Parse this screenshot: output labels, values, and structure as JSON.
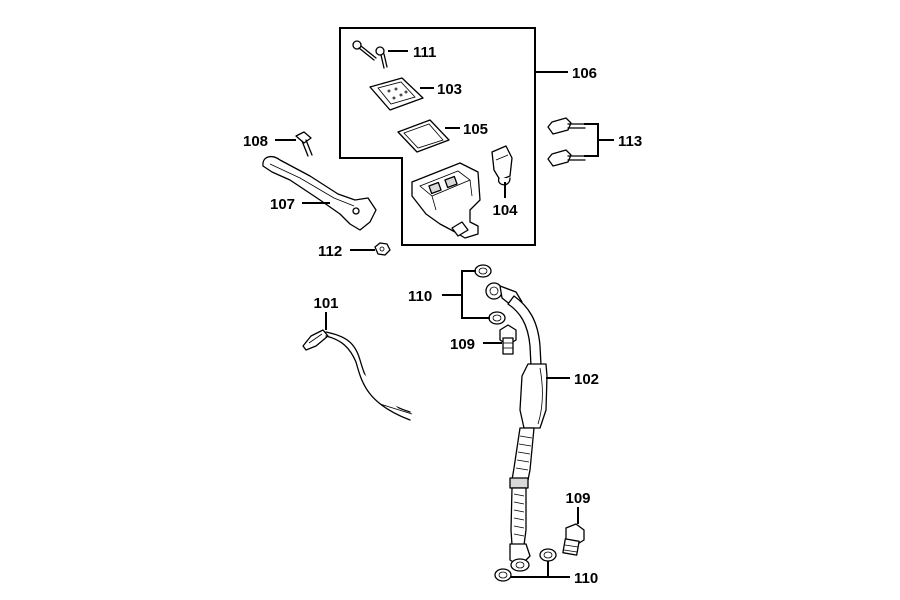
{
  "labels": {
    "p101": "101",
    "p102": "102",
    "p103": "103",
    "p104": "104",
    "p105": "105",
    "p106": "106",
    "p107": "107",
    "p108": "108",
    "p109_top": "109",
    "p109_bottom": "109",
    "p110_top": "110",
    "p110_bottom": "110",
    "p111": "111",
    "p112": "112",
    "p113": "113"
  },
  "colors": {
    "line": "#000000",
    "background": "#ffffff",
    "shade": "#d9d9d9"
  }
}
